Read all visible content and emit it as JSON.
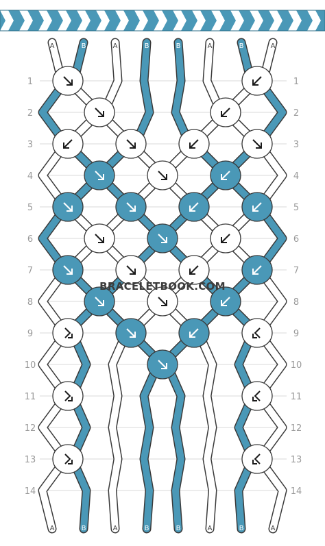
{
  "watermark": "BRACELETBOOK.COM",
  "colors": {
    "A": "#ffffff",
    "B": "#4a98b7",
    "outline": "#3a3a3a",
    "row_line": "#d8d8d8",
    "row_number": "#9a9a9a"
  },
  "strands_top": [
    "A",
    "B",
    "A",
    "B",
    "B",
    "A",
    "B",
    "A"
  ],
  "strands_bottom": [
    "A",
    "B",
    "A",
    "B",
    "B",
    "A",
    "B",
    "A"
  ],
  "row_numbers": [
    "1",
    "2",
    "3",
    "4",
    "5",
    "6",
    "7",
    "8",
    "9",
    "10",
    "11",
    "12",
    "13",
    "14"
  ],
  "knot_color_names": {
    "A": "white",
    "B": "blue"
  },
  "knots": [
    {
      "row": 1,
      "col": 0,
      "color": "A",
      "dir": "se"
    },
    {
      "row": 1,
      "col": 6,
      "color": "A",
      "dir": "sw"
    },
    {
      "row": 2,
      "col": 1,
      "color": "A",
      "dir": "se"
    },
    {
      "row": 2,
      "col": 5,
      "color": "A",
      "dir": "sw"
    },
    {
      "row": 3,
      "col": 0,
      "color": "A",
      "dir": "sw"
    },
    {
      "row": 3,
      "col": 2,
      "color": "A",
      "dir": "se"
    },
    {
      "row": 3,
      "col": 4,
      "color": "A",
      "dir": "sw"
    },
    {
      "row": 3,
      "col": 6,
      "color": "A",
      "dir": "se"
    },
    {
      "row": 4,
      "col": 1,
      "color": "B",
      "dir": "se"
    },
    {
      "row": 4,
      "col": 3,
      "color": "A",
      "dir": "se"
    },
    {
      "row": 4,
      "col": 5,
      "color": "B",
      "dir": "sw"
    },
    {
      "row": 5,
      "col": 0,
      "color": "B",
      "dir": "se"
    },
    {
      "row": 5,
      "col": 2,
      "color": "B",
      "dir": "se"
    },
    {
      "row": 5,
      "col": 4,
      "color": "B",
      "dir": "sw"
    },
    {
      "row": 5,
      "col": 6,
      "color": "B",
      "dir": "sw"
    },
    {
      "row": 6,
      "col": 1,
      "color": "A",
      "dir": "se"
    },
    {
      "row": 6,
      "col": 3,
      "color": "B",
      "dir": "se"
    },
    {
      "row": 6,
      "col": 5,
      "color": "A",
      "dir": "sw"
    },
    {
      "row": 7,
      "col": 0,
      "color": "B",
      "dir": "se"
    },
    {
      "row": 7,
      "col": 2,
      "color": "A",
      "dir": "se"
    },
    {
      "row": 7,
      "col": 4,
      "color": "A",
      "dir": "sw"
    },
    {
      "row": 7,
      "col": 6,
      "color": "B",
      "dir": "sw"
    },
    {
      "row": 8,
      "col": 1,
      "color": "B",
      "dir": "se"
    },
    {
      "row": 8,
      "col": 3,
      "color": "A",
      "dir": "se"
    },
    {
      "row": 8,
      "col": 5,
      "color": "B",
      "dir": "sw"
    },
    {
      "row": 9,
      "col": 0,
      "color": "A",
      "dir": "se-back"
    },
    {
      "row": 9,
      "col": 2,
      "color": "B",
      "dir": "se"
    },
    {
      "row": 9,
      "col": 4,
      "color": "B",
      "dir": "sw"
    },
    {
      "row": 9,
      "col": 6,
      "color": "A",
      "dir": "sw-back"
    },
    {
      "row": 10,
      "col": 3,
      "color": "B",
      "dir": "se"
    },
    {
      "row": 11,
      "col": 0,
      "color": "A",
      "dir": "se-back"
    },
    {
      "row": 11,
      "col": 6,
      "color": "A",
      "dir": "sw-back"
    },
    {
      "row": 13,
      "col": 0,
      "color": "A",
      "dir": "se-back"
    },
    {
      "row": 13,
      "col": 6,
      "color": "A",
      "dir": "sw-back"
    }
  ]
}
